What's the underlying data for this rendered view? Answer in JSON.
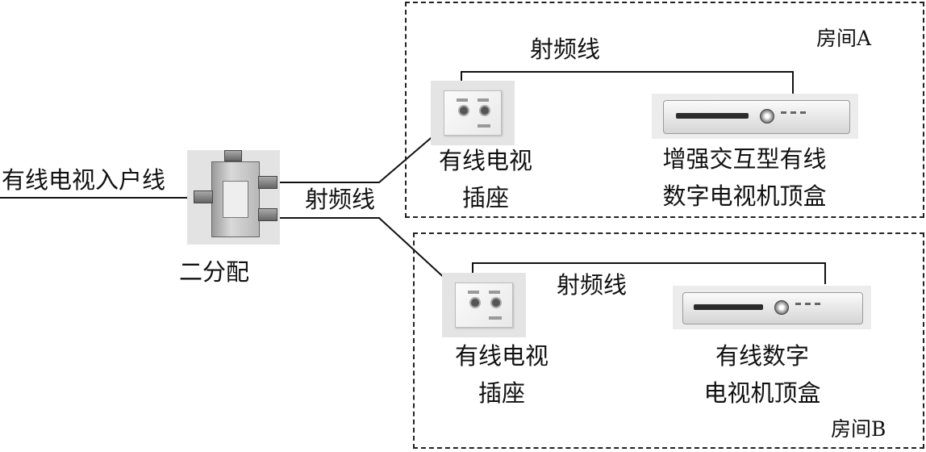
{
  "entry_line_label": "有线电视入户线",
  "splitter": {
    "label": "二分配"
  },
  "trunk_cable_label": "射频线",
  "room_a": {
    "label": "房间A",
    "cable_label": "射频线",
    "socket_label_line1": "有线电视",
    "socket_label_line2": "插座",
    "stb_label_line1": "增强交互型有线",
    "stb_label_line2": "数字电视机顶盒"
  },
  "room_b": {
    "label": "房间B",
    "cable_label": "射频线",
    "socket_label_line1": "有线电视",
    "socket_label_line2": "插座",
    "stb_label_line1": "有线数字",
    "stb_label_line2": "电视机顶盒"
  }
}
